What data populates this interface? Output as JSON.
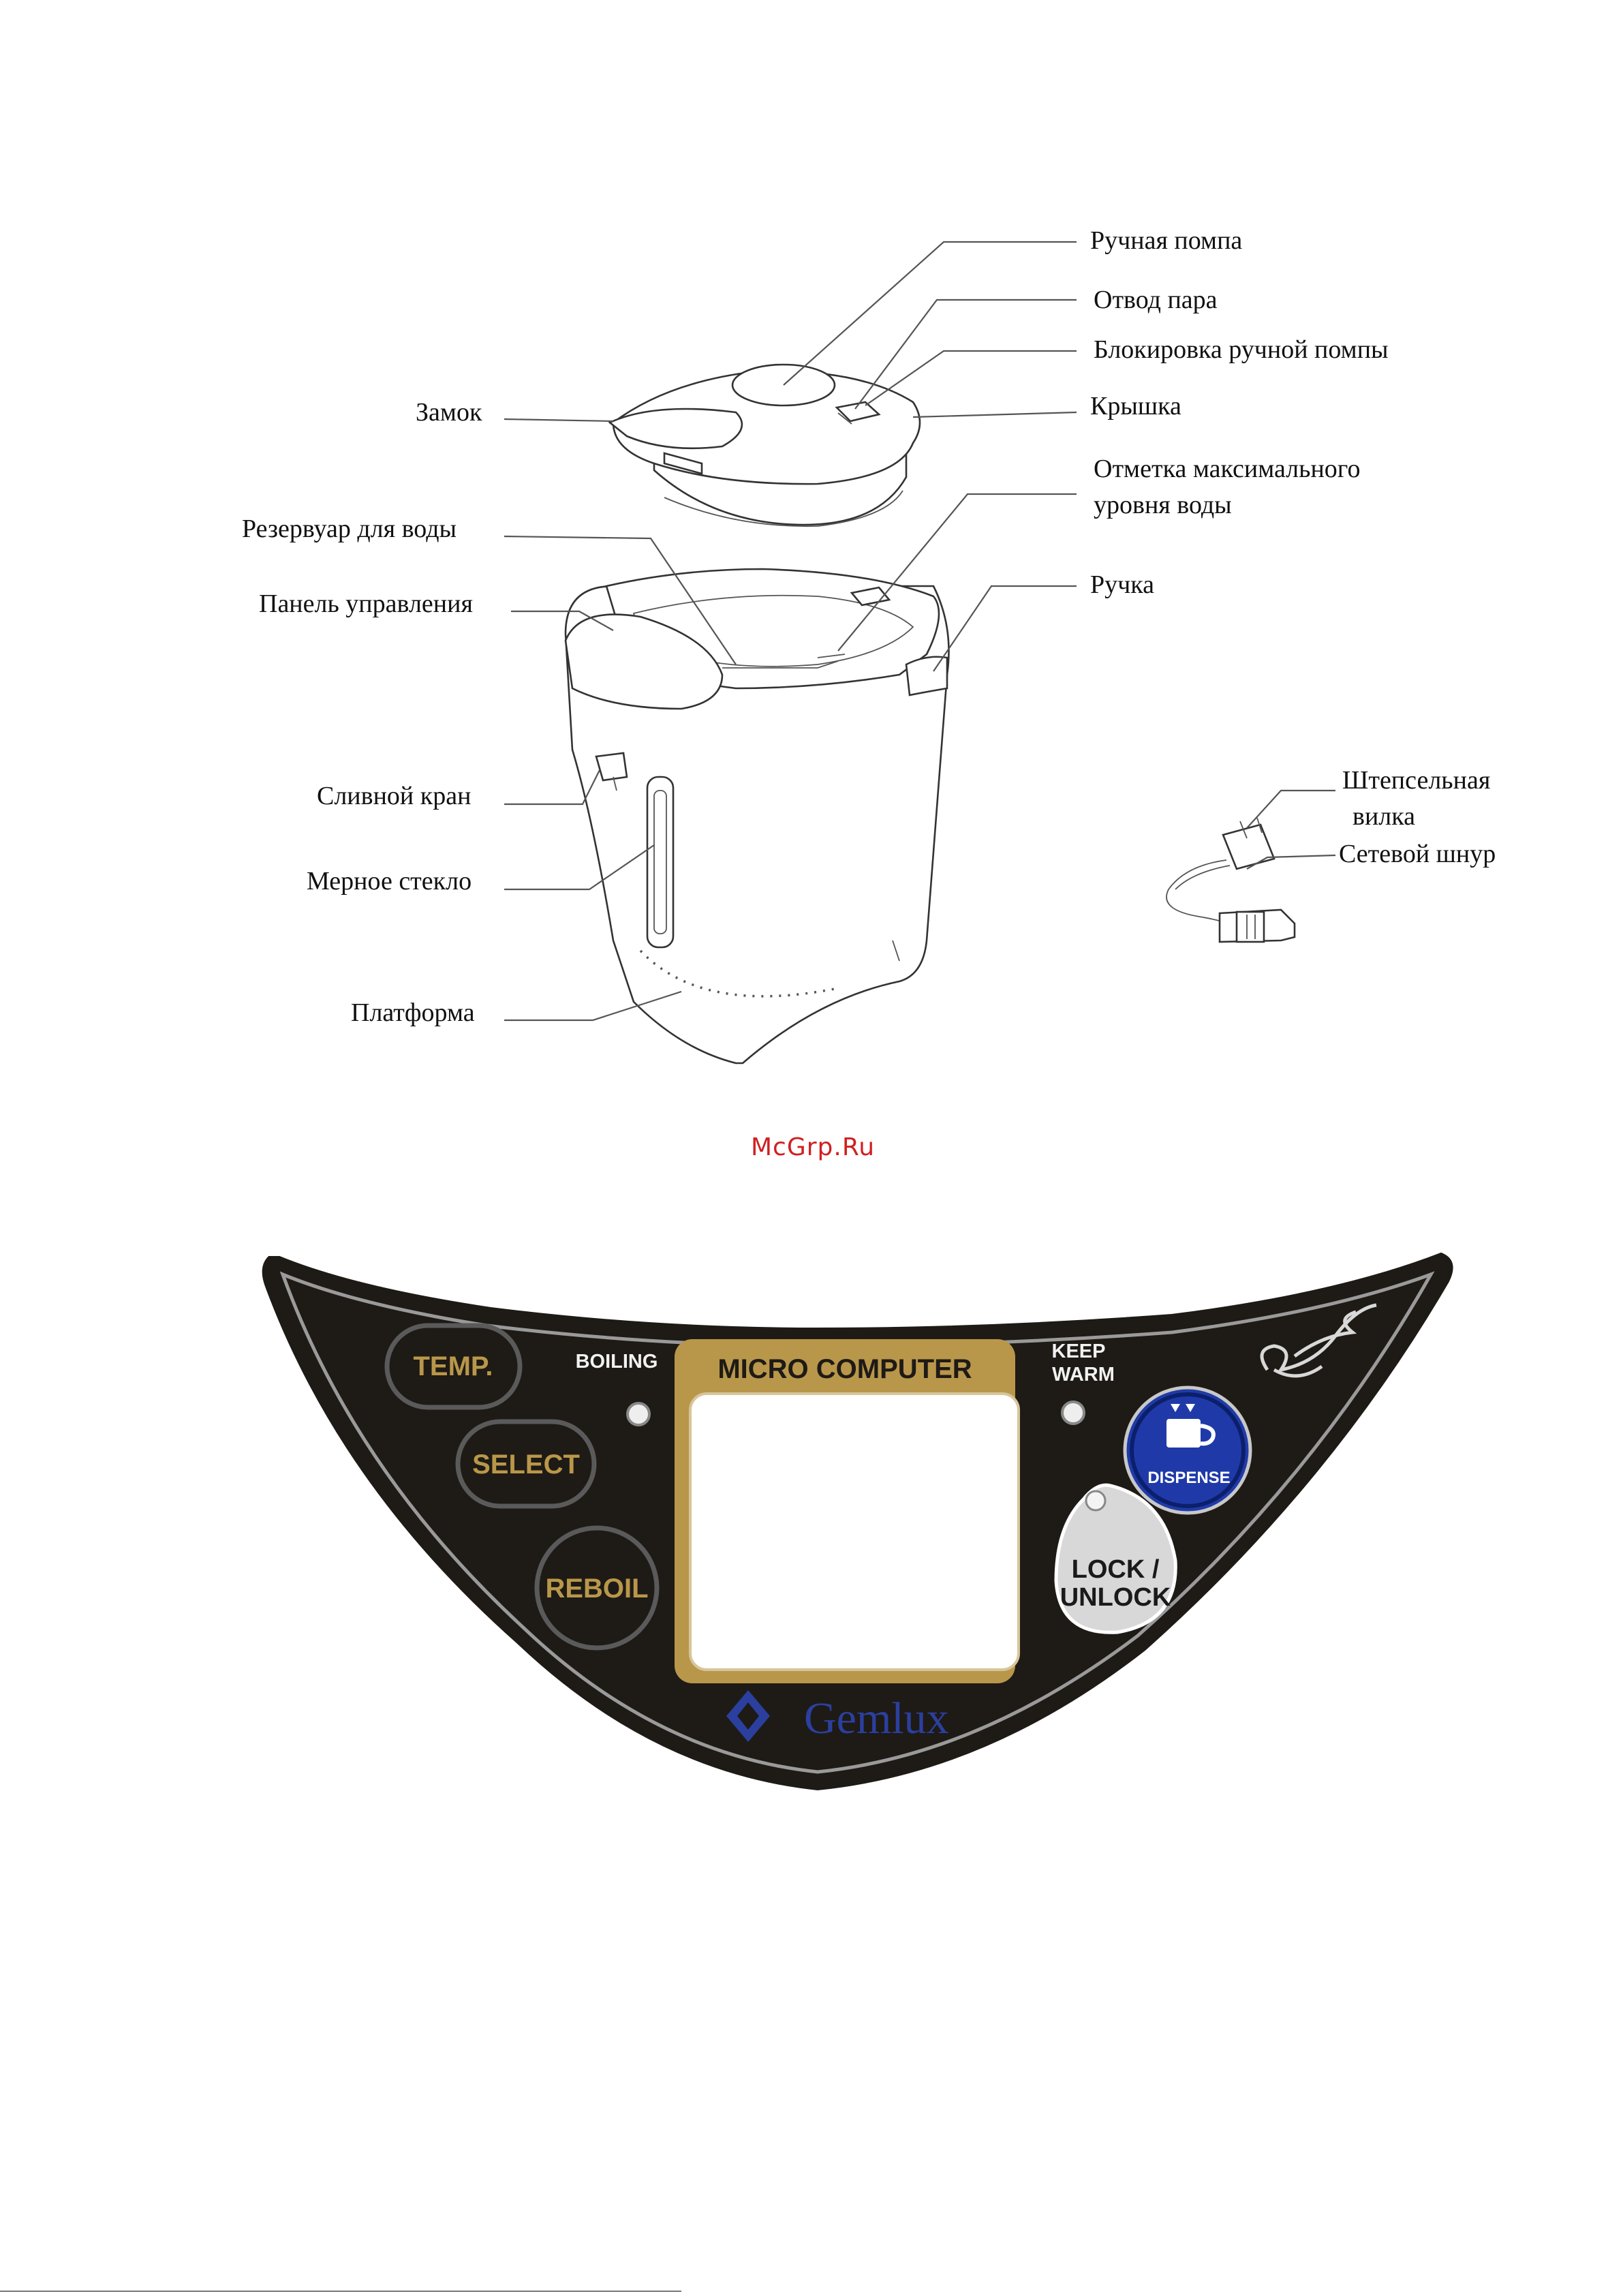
{
  "diagram": {
    "labels": {
      "manual_pump": "Ручная помпа",
      "steam_vent": "Отвод пара",
      "pump_lock": "Блокировка ручной помпы",
      "lid": "Крышка",
      "max_level_line1": "Отметка максимального",
      "max_level_line2": "уровня воды",
      "handle": "Ручка",
      "latch": "Замок",
      "water_tank": "Резервуар для воды",
      "control_panel": "Панель управления",
      "drain_tap": "Сливной кран",
      "gauge_glass": "Мерное стекло",
      "base": "Платформа",
      "plug_line1": "Штепсельная",
      "plug_line2": "вилка",
      "power_cord": "Сетевой шнур"
    },
    "watermark": "McGrp.Ru"
  },
  "panel": {
    "buttons": {
      "temp": "TEMP.",
      "select": "SELECT",
      "reboil": "REBOIL",
      "dispense": "DISPENSE",
      "lock_line1": "LOCK /",
      "lock_line2": "UNLOCK"
    },
    "indicators": {
      "boiling": "BOILING",
      "keep_line1": "KEEP",
      "keep_line2": "WARM"
    },
    "display_title": "MICRO COMPUTER",
    "brand": "Gemlux",
    "colors": {
      "panel_bg": "#1e1a16",
      "gold": "#b9974a",
      "dispense_blue": "#1f3aa8",
      "brand_blue": "#2b3f9e"
    },
    "icons": [
      "dispense-cup-icon",
      "brand-logo-icon",
      "ornament-icon"
    ]
  }
}
